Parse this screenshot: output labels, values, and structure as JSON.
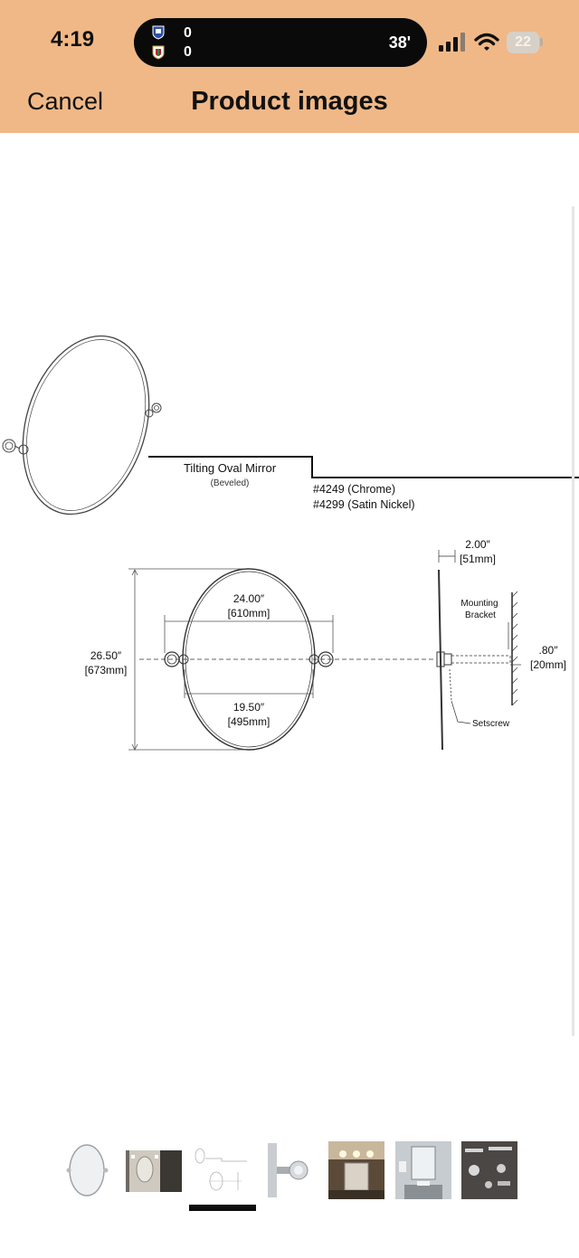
{
  "status_bar": {
    "time": "4:19",
    "score_home": "0",
    "score_away": "0",
    "match_minute": "38'",
    "battery": "22"
  },
  "header": {
    "cancel_label": "Cancel",
    "title": "Product images"
  },
  "diagram": {
    "product_name": "Tilting Oval Mirror",
    "product_note": "(Beveled)",
    "sku_1": "#4249 (Chrome)",
    "sku_2": "#4299 (Satin Nickel)",
    "dim_width": "24.00″",
    "dim_width_mm": "[610mm]",
    "dim_inner": "19.50″",
    "dim_inner_mm": "[495mm]",
    "dim_height": "26.50″",
    "dim_height_mm": "[673mm]",
    "dim_depth": "2.00″",
    "dim_depth_mm": "[51mm]",
    "bracket_label_1": "Mounting",
    "bracket_label_2": "Bracket",
    "dim_bracket": ".80″",
    "dim_bracket_mm": "[20mm]",
    "setscrew_label": "Setscrew"
  },
  "thumbnails": [
    {
      "name": "oval-mirror"
    },
    {
      "name": "mirror-in-bathroom"
    },
    {
      "name": "dimension-drawing",
      "selected": true
    },
    {
      "name": "bracket-closeup"
    },
    {
      "name": "vanity-lights-scene"
    },
    {
      "name": "rectangular-mirror-scene"
    },
    {
      "name": "hardware-set"
    }
  ],
  "colors": {
    "header_bg": "#f0b887",
    "indicator": "#0d0d0d"
  }
}
